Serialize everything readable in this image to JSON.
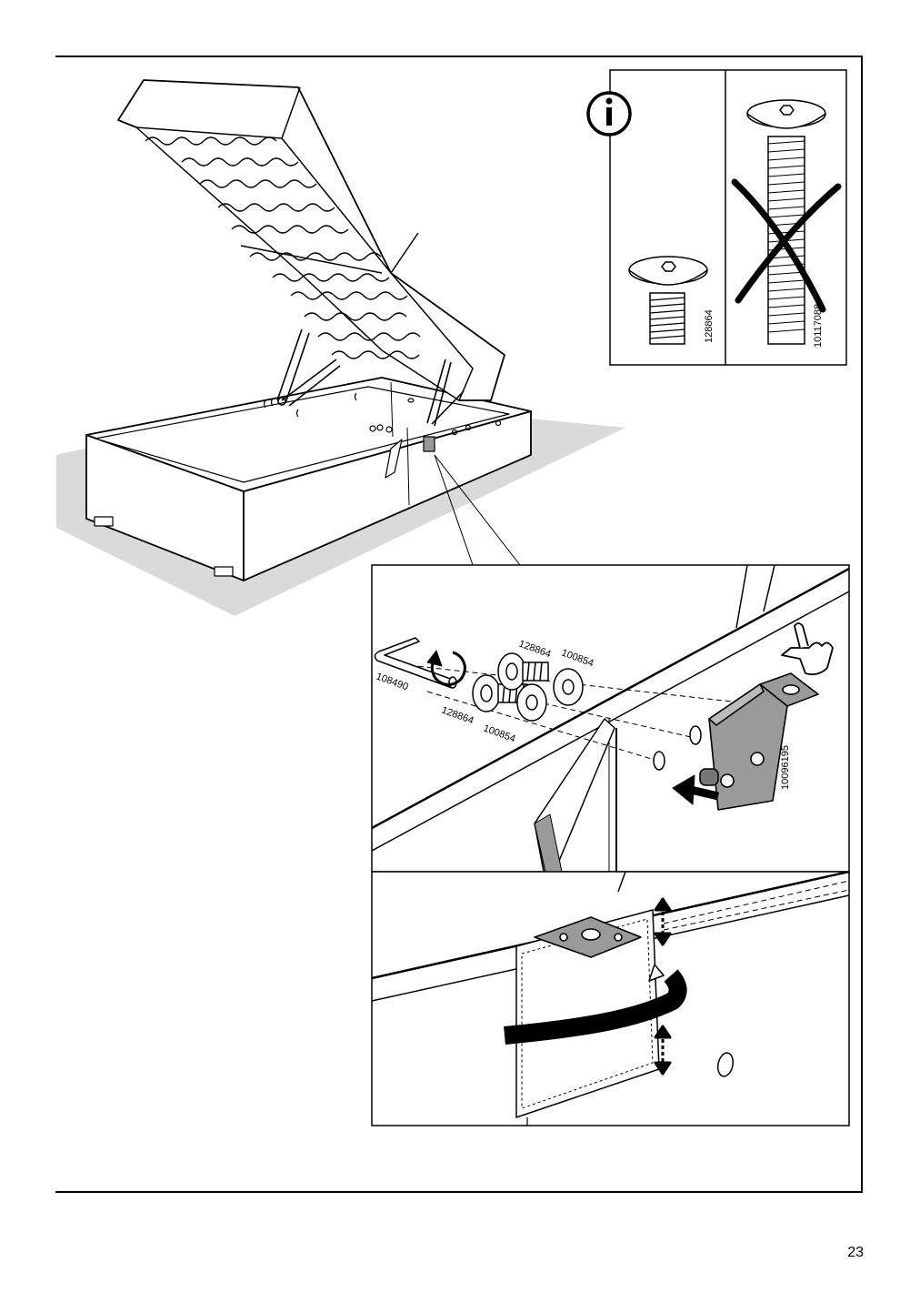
{
  "page": {
    "number": "23"
  },
  "info_panel": {
    "correct_screw_id": "128864",
    "wrong_screw_id": "10117088"
  },
  "detail_1": {
    "allen_key_id": "108490",
    "screw_id_top": "128864",
    "washer_id_top": "100854",
    "screw_id_bottom": "128864",
    "washer_id_bottom": "100854",
    "bracket_id": "10096195"
  },
  "colors": {
    "line": "#000000",
    "floor": "#d9d9d9",
    "bracket": "#9a9a9a",
    "strap": "#1a1a1a"
  },
  "icons": [
    "info-icon",
    "pointing-hand-icon",
    "rotate-arrow-icon",
    "push-arrow-icon",
    "double-arrow-icon",
    "cross-out-icon"
  ]
}
